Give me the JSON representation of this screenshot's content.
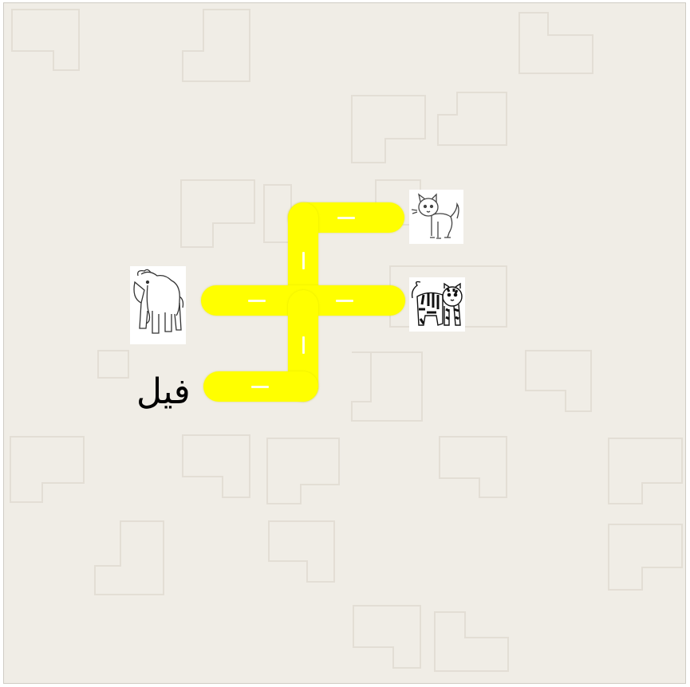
{
  "game": {
    "word_label": "فيل",
    "animals": [
      {
        "name": "cat-card"
      },
      {
        "name": "elephant-card"
      },
      {
        "name": "tiger-card"
      }
    ]
  },
  "colors": {
    "board_background": "#f0ede6",
    "road": "#ffff00",
    "road_dash": "#ffffff",
    "text": "#000000"
  },
  "icons": {
    "cat": "cat-icon",
    "elephant": "elephant-icon",
    "tiger": "tiger-icon"
  }
}
